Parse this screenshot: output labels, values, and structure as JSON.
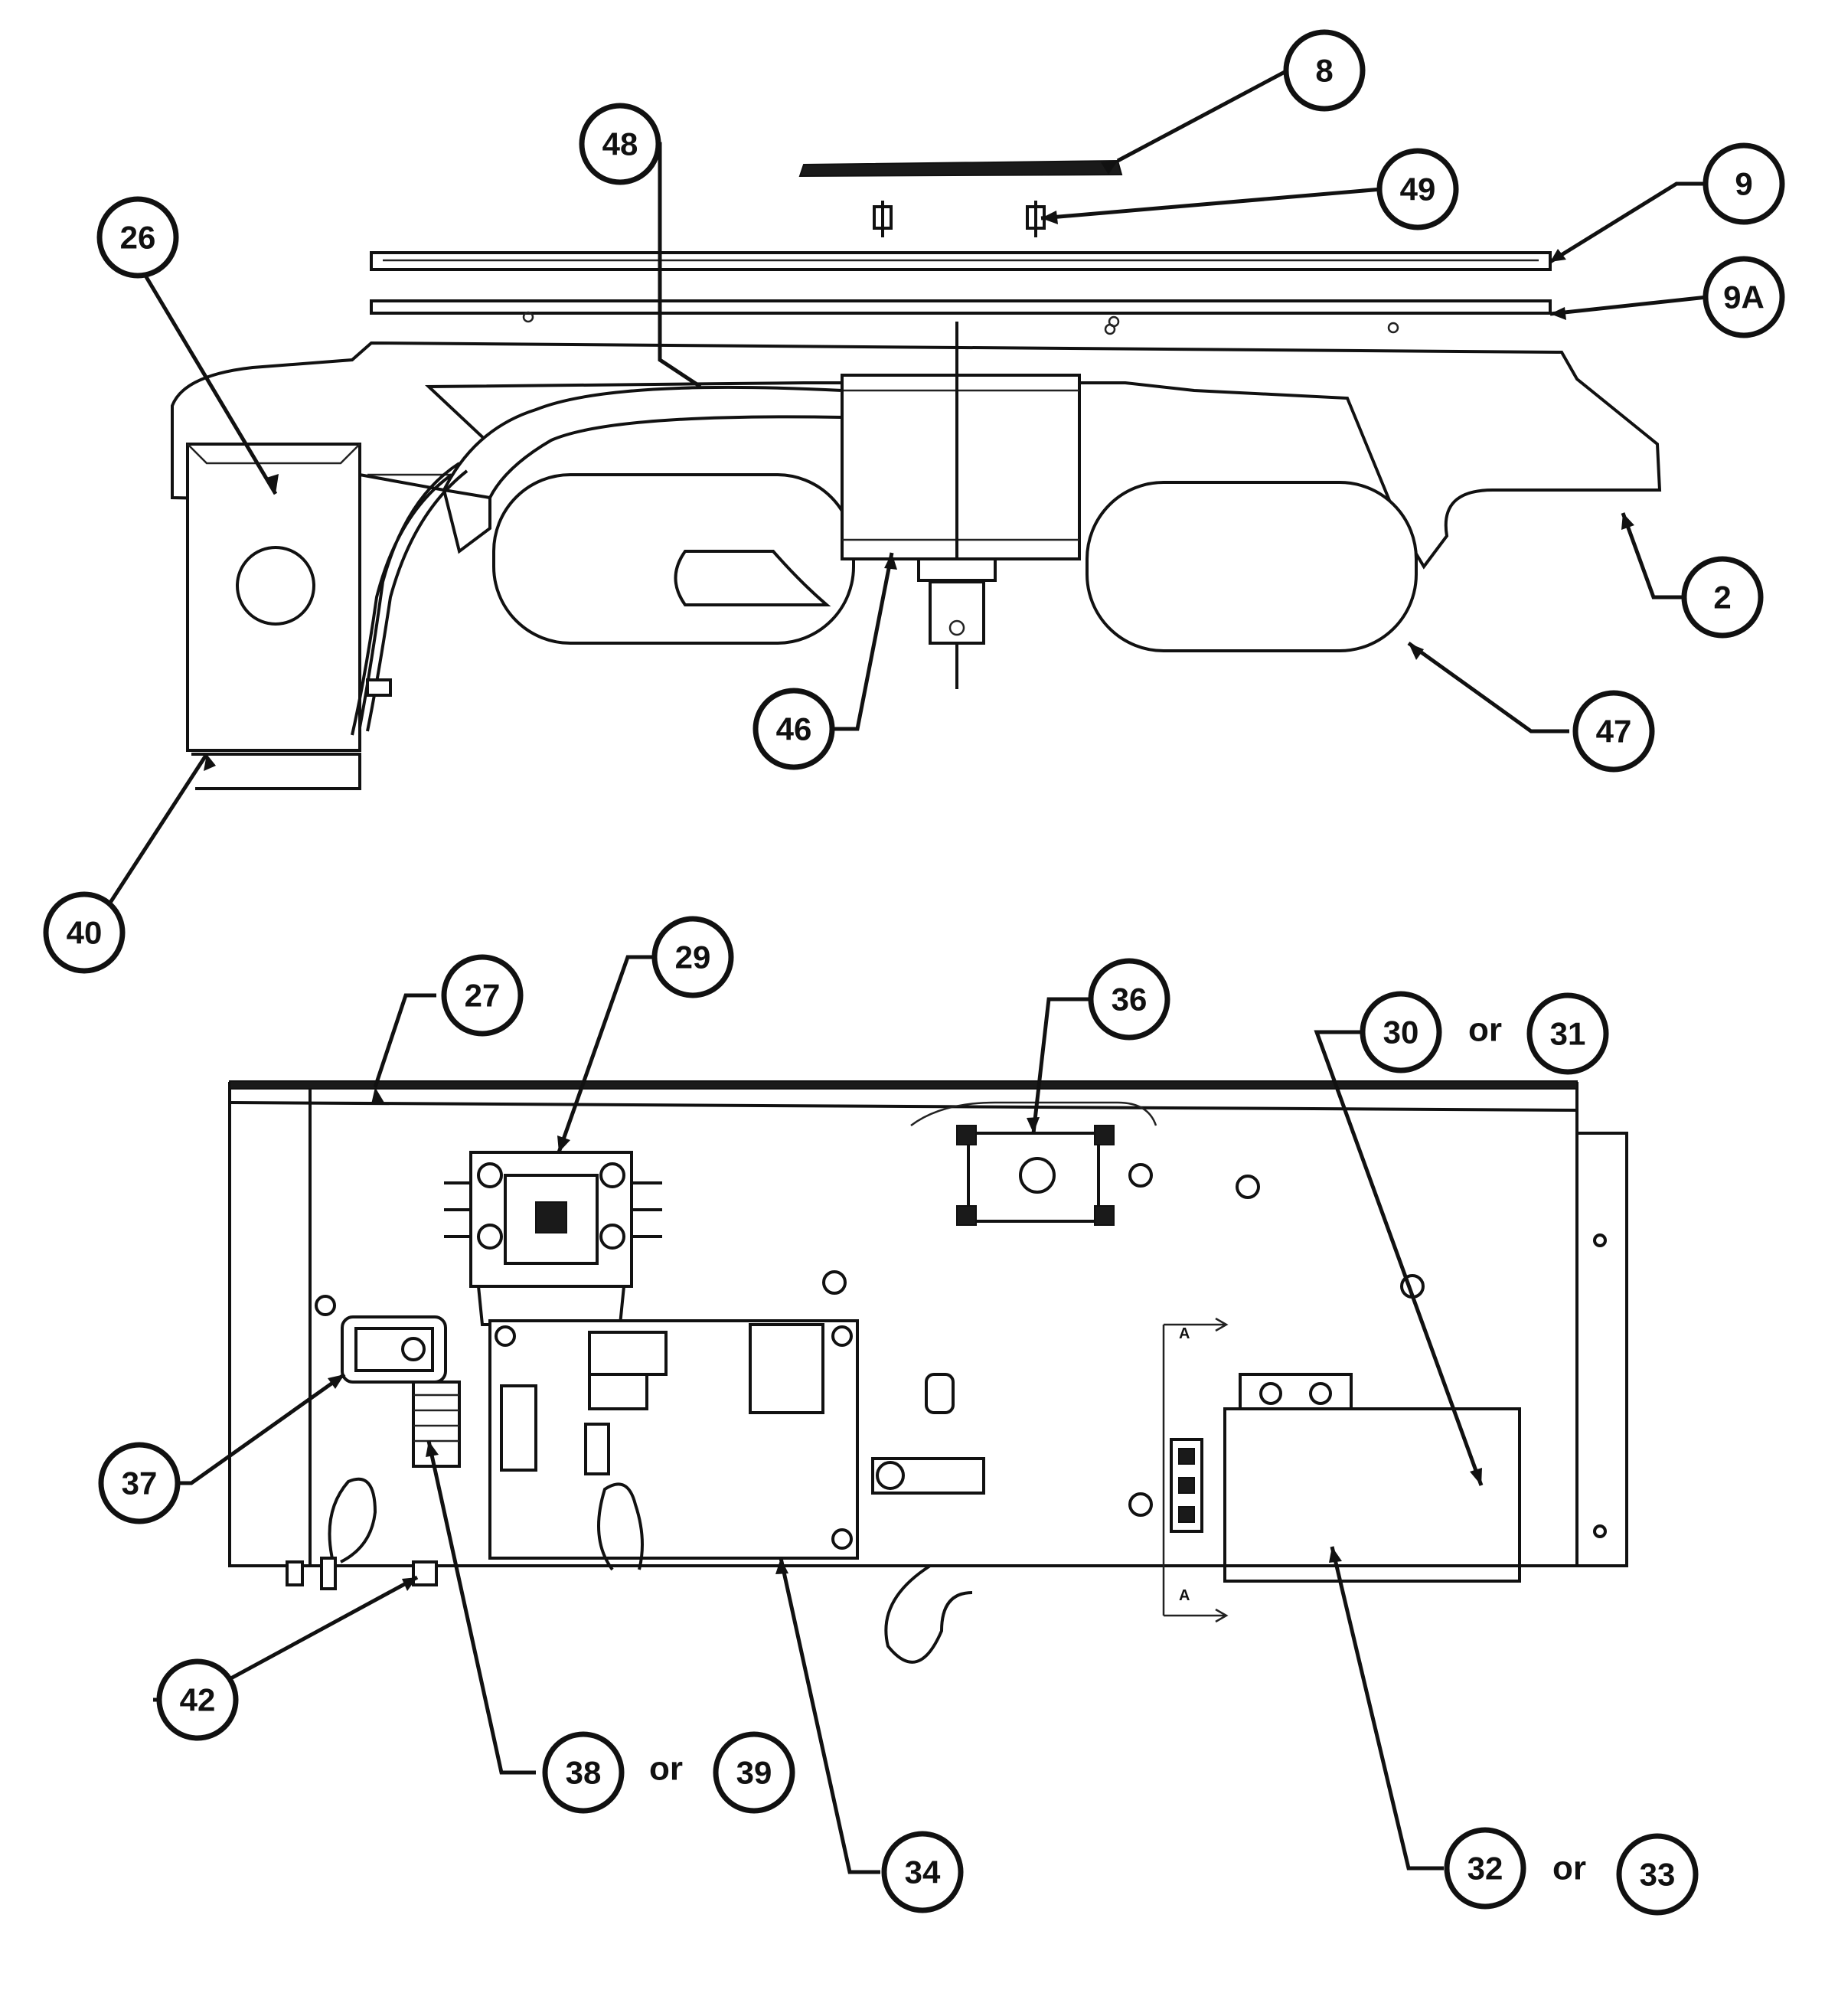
{
  "colors": {
    "ink": "#111111",
    "paper": "#ffffff"
  },
  "callouts": [
    {
      "id": "c8",
      "label": "8"
    },
    {
      "id": "c48",
      "label": "48"
    },
    {
      "id": "c49",
      "label": "49"
    },
    {
      "id": "c9",
      "label": "9"
    },
    {
      "id": "c9a",
      "label": "9A"
    },
    {
      "id": "c26",
      "label": "26"
    },
    {
      "id": "c2",
      "label": "2"
    },
    {
      "id": "c46",
      "label": "46"
    },
    {
      "id": "c47",
      "label": "47"
    },
    {
      "id": "c40",
      "label": "40"
    },
    {
      "id": "c29",
      "label": "29"
    },
    {
      "id": "c27",
      "label": "27"
    },
    {
      "id": "c36",
      "label": "36"
    },
    {
      "id": "c30",
      "label": "30"
    },
    {
      "id": "c31",
      "label": "31"
    },
    {
      "id": "c37",
      "label": "37"
    },
    {
      "id": "c42",
      "label": "42"
    },
    {
      "id": "c38",
      "label": "38"
    },
    {
      "id": "c39",
      "label": "39"
    },
    {
      "id": "c34",
      "label": "34"
    },
    {
      "id": "c32",
      "label": "32"
    },
    {
      "id": "c33",
      "label": "33"
    }
  ],
  "connectors": {
    "or_30_31": "or",
    "or_38_39": "or",
    "or_32_33": "or"
  },
  "section_marks": {
    "top": "A",
    "bottom": "A"
  }
}
